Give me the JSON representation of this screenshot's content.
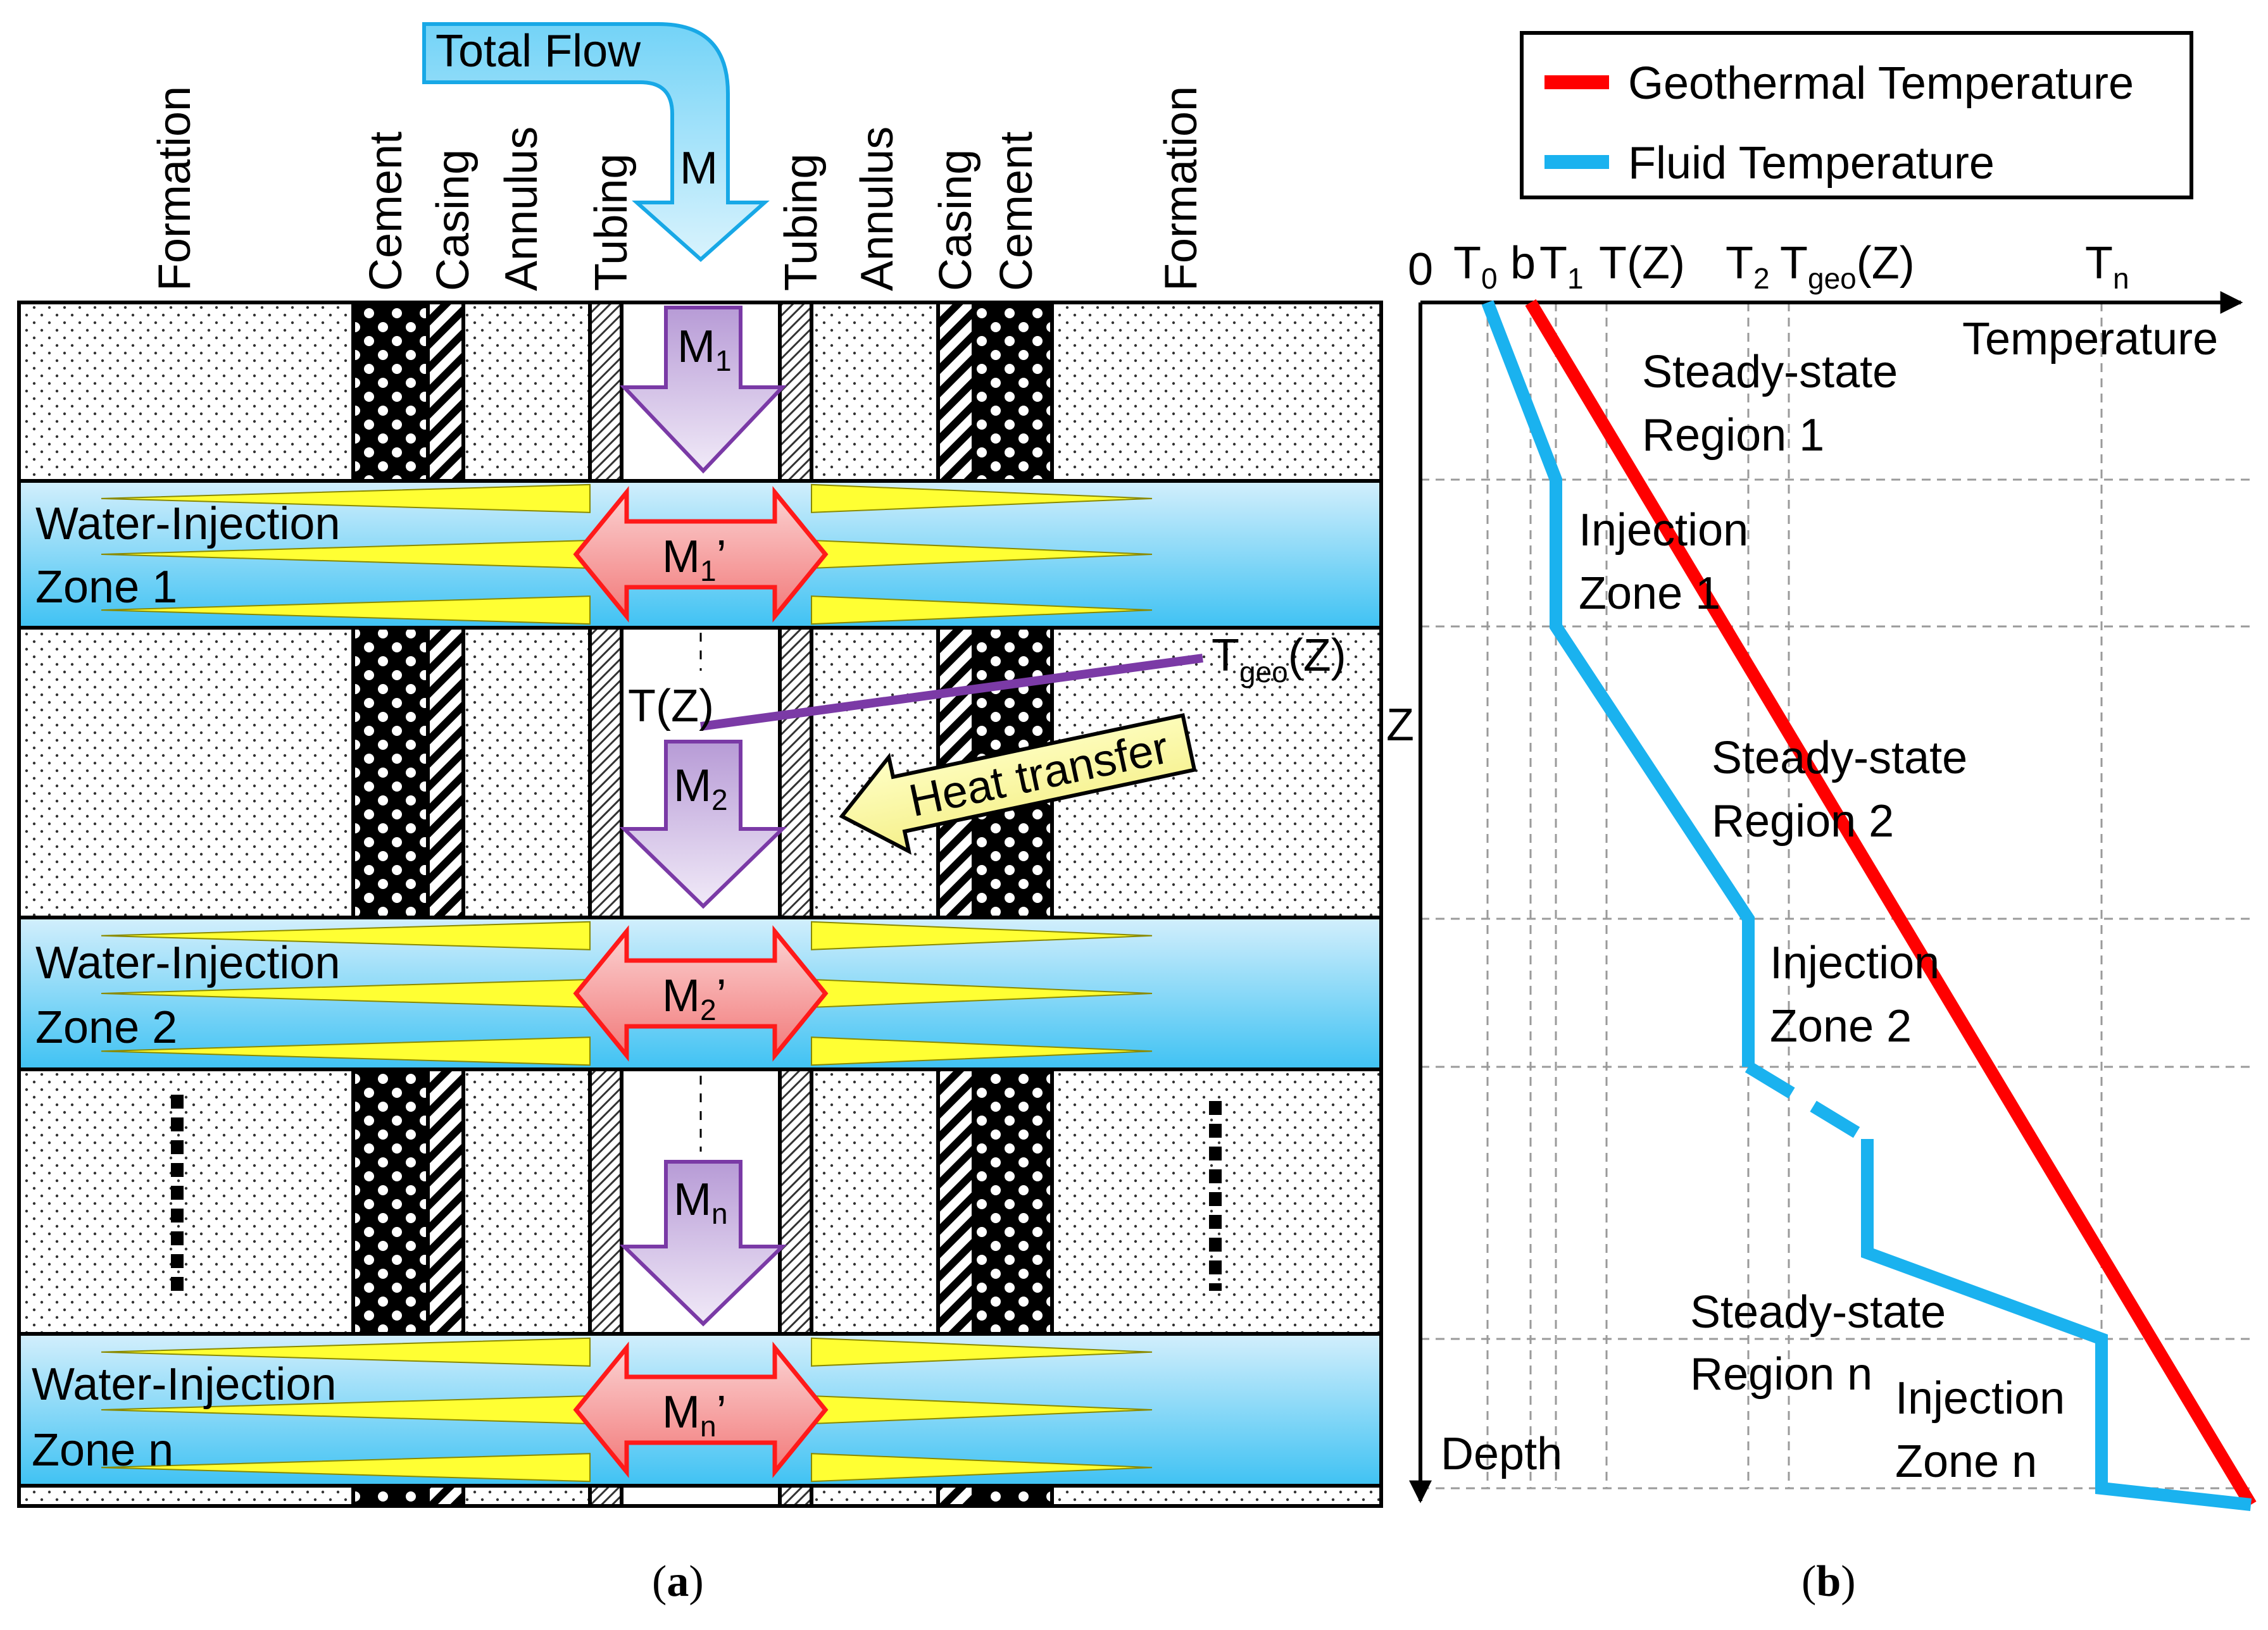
{
  "colors": {
    "geothermal": "#ff0000",
    "fluid": "#1ab2ef",
    "zone_fill_top": "#c9ecfb",
    "zone_fill_bottom": "#4fc6f4",
    "purple": "#7e3fa8",
    "purple_fill": "#d8c6ea",
    "red_arrow": "#ff0000",
    "red_fill": "#f9a9a9",
    "yellow": "#ffff33",
    "cyan_arrow": "#2bb7ef"
  },
  "panel_a": {
    "caption_open": "(",
    "caption_letter": "a",
    "caption_close": ")",
    "column_labels": {
      "formation_left": "Formation",
      "cement_left": "Cement",
      "casing_left": "Casing",
      "annulus_left": "Annulus",
      "tubing_left": "Tubing",
      "tubing_right": "Tubing",
      "annulus_right": "Annulus",
      "casing_right": "Casing",
      "cement_right": "Cement",
      "formation_right": "Formation"
    },
    "total_flow": {
      "label": "Total Flow",
      "mass": "M"
    },
    "flows": [
      {
        "base": "M",
        "sub": "1"
      },
      {
        "base": "M",
        "sub": "2"
      },
      {
        "base": "M",
        "sub": "n"
      }
    ],
    "injection_flows": [
      {
        "base": "M",
        "sub": "1",
        "prime": "’"
      },
      {
        "base": "M",
        "sub": "2",
        "prime": "’"
      },
      {
        "base": "M",
        "sub": "n",
        "prime": "’"
      }
    ],
    "zones": [
      {
        "line1": "Water-Injection",
        "line2": "Zone 1"
      },
      {
        "line1": "Water-Injection",
        "line2": "Zone 2"
      },
      {
        "line1": "Water-Injection",
        "line2": "Zone n"
      }
    ],
    "tz_label": "T(Z)",
    "tgeo_label": {
      "base": "T",
      "sub": "geo",
      "tail": "(Z)"
    },
    "heat_transfer": "Heat transfer",
    "z_label": "Z"
  },
  "panel_b": {
    "caption_open": "(",
    "caption_letter": "b",
    "caption_close": ")",
    "legend": [
      {
        "label": "Geothermal Temperature",
        "color": "#ff0000"
      },
      {
        "label": "Fluid Temperature",
        "color": "#1ab2ef"
      }
    ],
    "axis": {
      "x_label": "Temperature",
      "y_label": "Depth",
      "origin": "0",
      "ticks": [
        {
          "base": "T",
          "sub": "0",
          "tail": ""
        },
        {
          "base": "b",
          "sub": "",
          "tail": ""
        },
        {
          "base": "T",
          "sub": "1",
          "tail": ""
        },
        {
          "base": "T(Z)",
          "sub": "",
          "tail": ""
        },
        {
          "base": "T",
          "sub": "2",
          "tail": ""
        },
        {
          "base": "T",
          "sub": "geo",
          "tail": "(Z)"
        },
        {
          "base": "T",
          "sub": "n",
          "tail": ""
        }
      ]
    },
    "regions": [
      {
        "line1": "Steady-state",
        "line2": "Region 1"
      },
      {
        "line1": "Injection",
        "line2": "Zone 1"
      },
      {
        "line1": "Steady-state",
        "line2": "Region 2"
      },
      {
        "line1": "Injection",
        "line2": "Zone 2"
      },
      {
        "line1": "Steady-state",
        "line2": "Region n"
      },
      {
        "line1": "Injection",
        "line2": "Zone n"
      }
    ]
  }
}
